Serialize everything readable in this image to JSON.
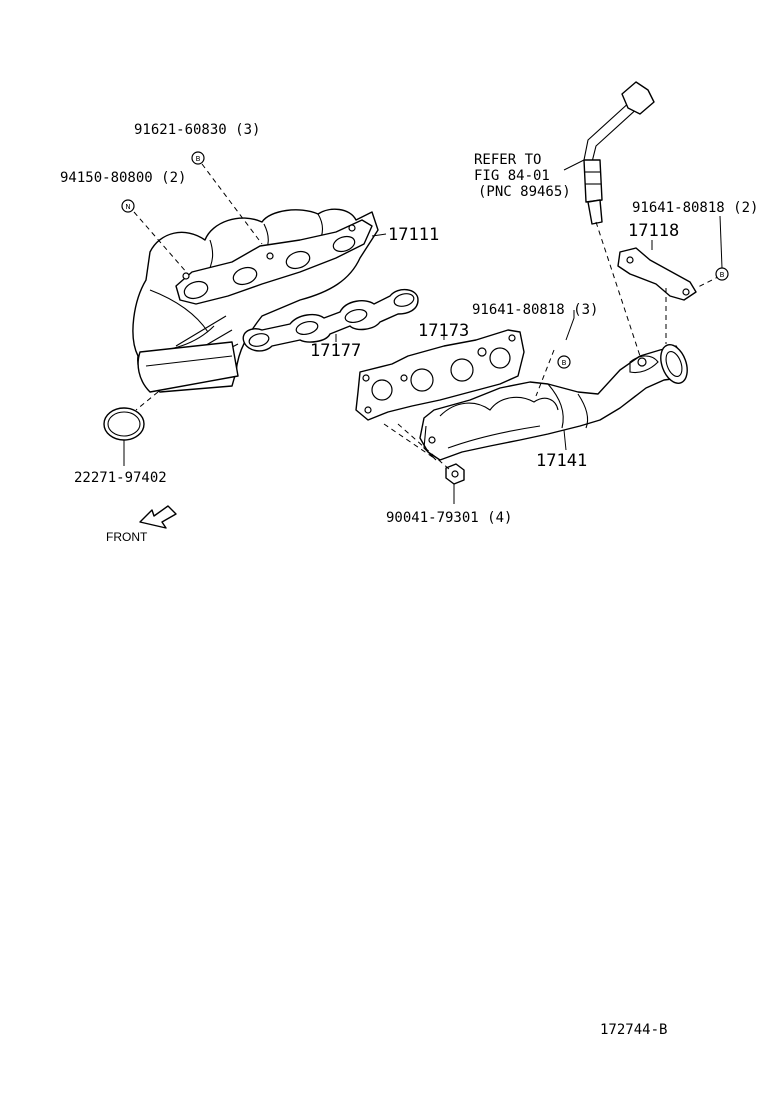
{
  "callouts": {
    "bolt_91621": "91621-60830 (3)",
    "nut_94150": "94150-80800 (2)",
    "manifold_17111": "17111",
    "gasket_17177": "17177",
    "gasket_17173": "17173",
    "bolt_91641_3": "91641-80818 (3)",
    "bracket_17118": "17118",
    "bolt_91641_2": "91641-80818 (2)",
    "manifold_17141": "17141",
    "ring_22271": "22271-97402",
    "nut_90041": "90041-79301 (4)",
    "refer_line1": "REFER TO",
    "refer_line2": "FIG 84-01",
    "refer_line3": "(PNC 89465)",
    "front": "FRONT",
    "figure_id": "172744-B"
  },
  "icons": {
    "bolt_marker": "B",
    "nut_marker": "N"
  }
}
